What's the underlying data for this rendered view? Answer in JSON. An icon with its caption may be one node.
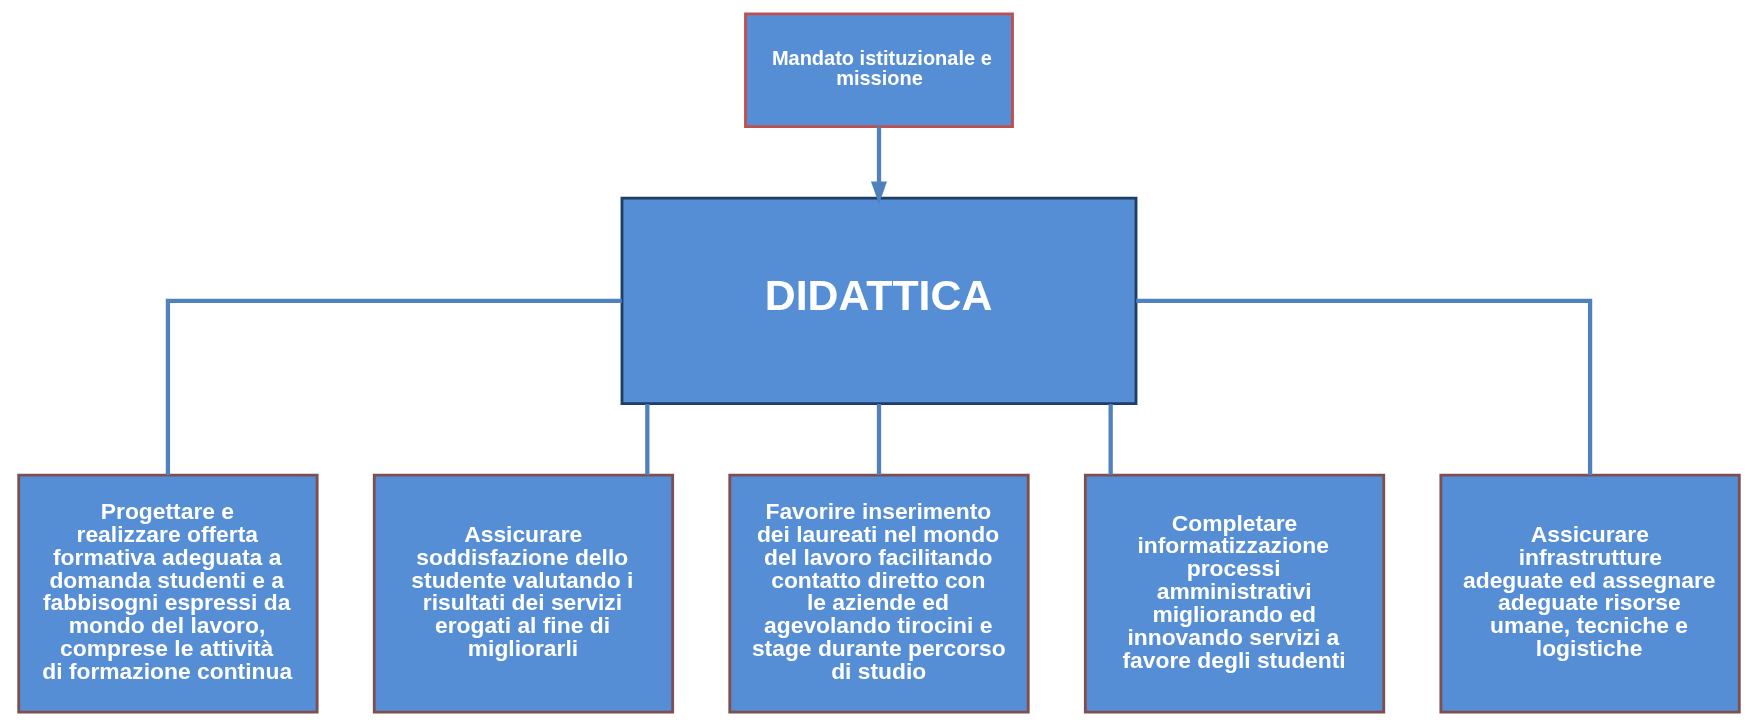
{
  "diagram": {
    "nodes": [
      {
        "text": [
          "Mandato istituzionale e missione"
        ]
      },
      {
        "text": [
          "DIDATTICA"
        ]
      },
      {
        "text": [
          "Progettare e realizzare offerta formativa adeguata a domanda studenti e a fabbisogni espressi da mondo del lavoro, comprese le attività di formazione continua"
        ]
      },
      {
        "text": [
          "Assicurare soddisfazione dello studente valutando i risultati dei servizi erogati al fine di migliorarli"
        ]
      },
      {
        "text": [
          "Favorire inserimento dei laureati nel mondo del lavoro facilitando contatto diretto con le aziende ed agevolando tirocini e stage durante percorso di studio"
        ]
      },
      {
        "text": [
          "Completare informatizzazione processi amministrativi migliorando ed innovando servizi a favore degli studenti"
        ]
      },
      {
        "text": [
          "Assicurare infrastrutture adeguate ed assegnare adeguate risorse umane, tecniche e logistiche"
        ]
      }
    ],
    "edges": [
      {
        "from": 0,
        "to": 1,
        "arrow": "to"
      },
      {
        "from": 1,
        "to": 2,
        "arrow": "none"
      },
      {
        "from": 1,
        "to": 3,
        "arrow": "none"
      },
      {
        "from": 1,
        "to": 4,
        "arrow": "none"
      },
      {
        "from": 1,
        "to": 5,
        "arrow": "none"
      },
      {
        "from": 1,
        "to": 6,
        "arrow": "none"
      }
    ]
  }
}
